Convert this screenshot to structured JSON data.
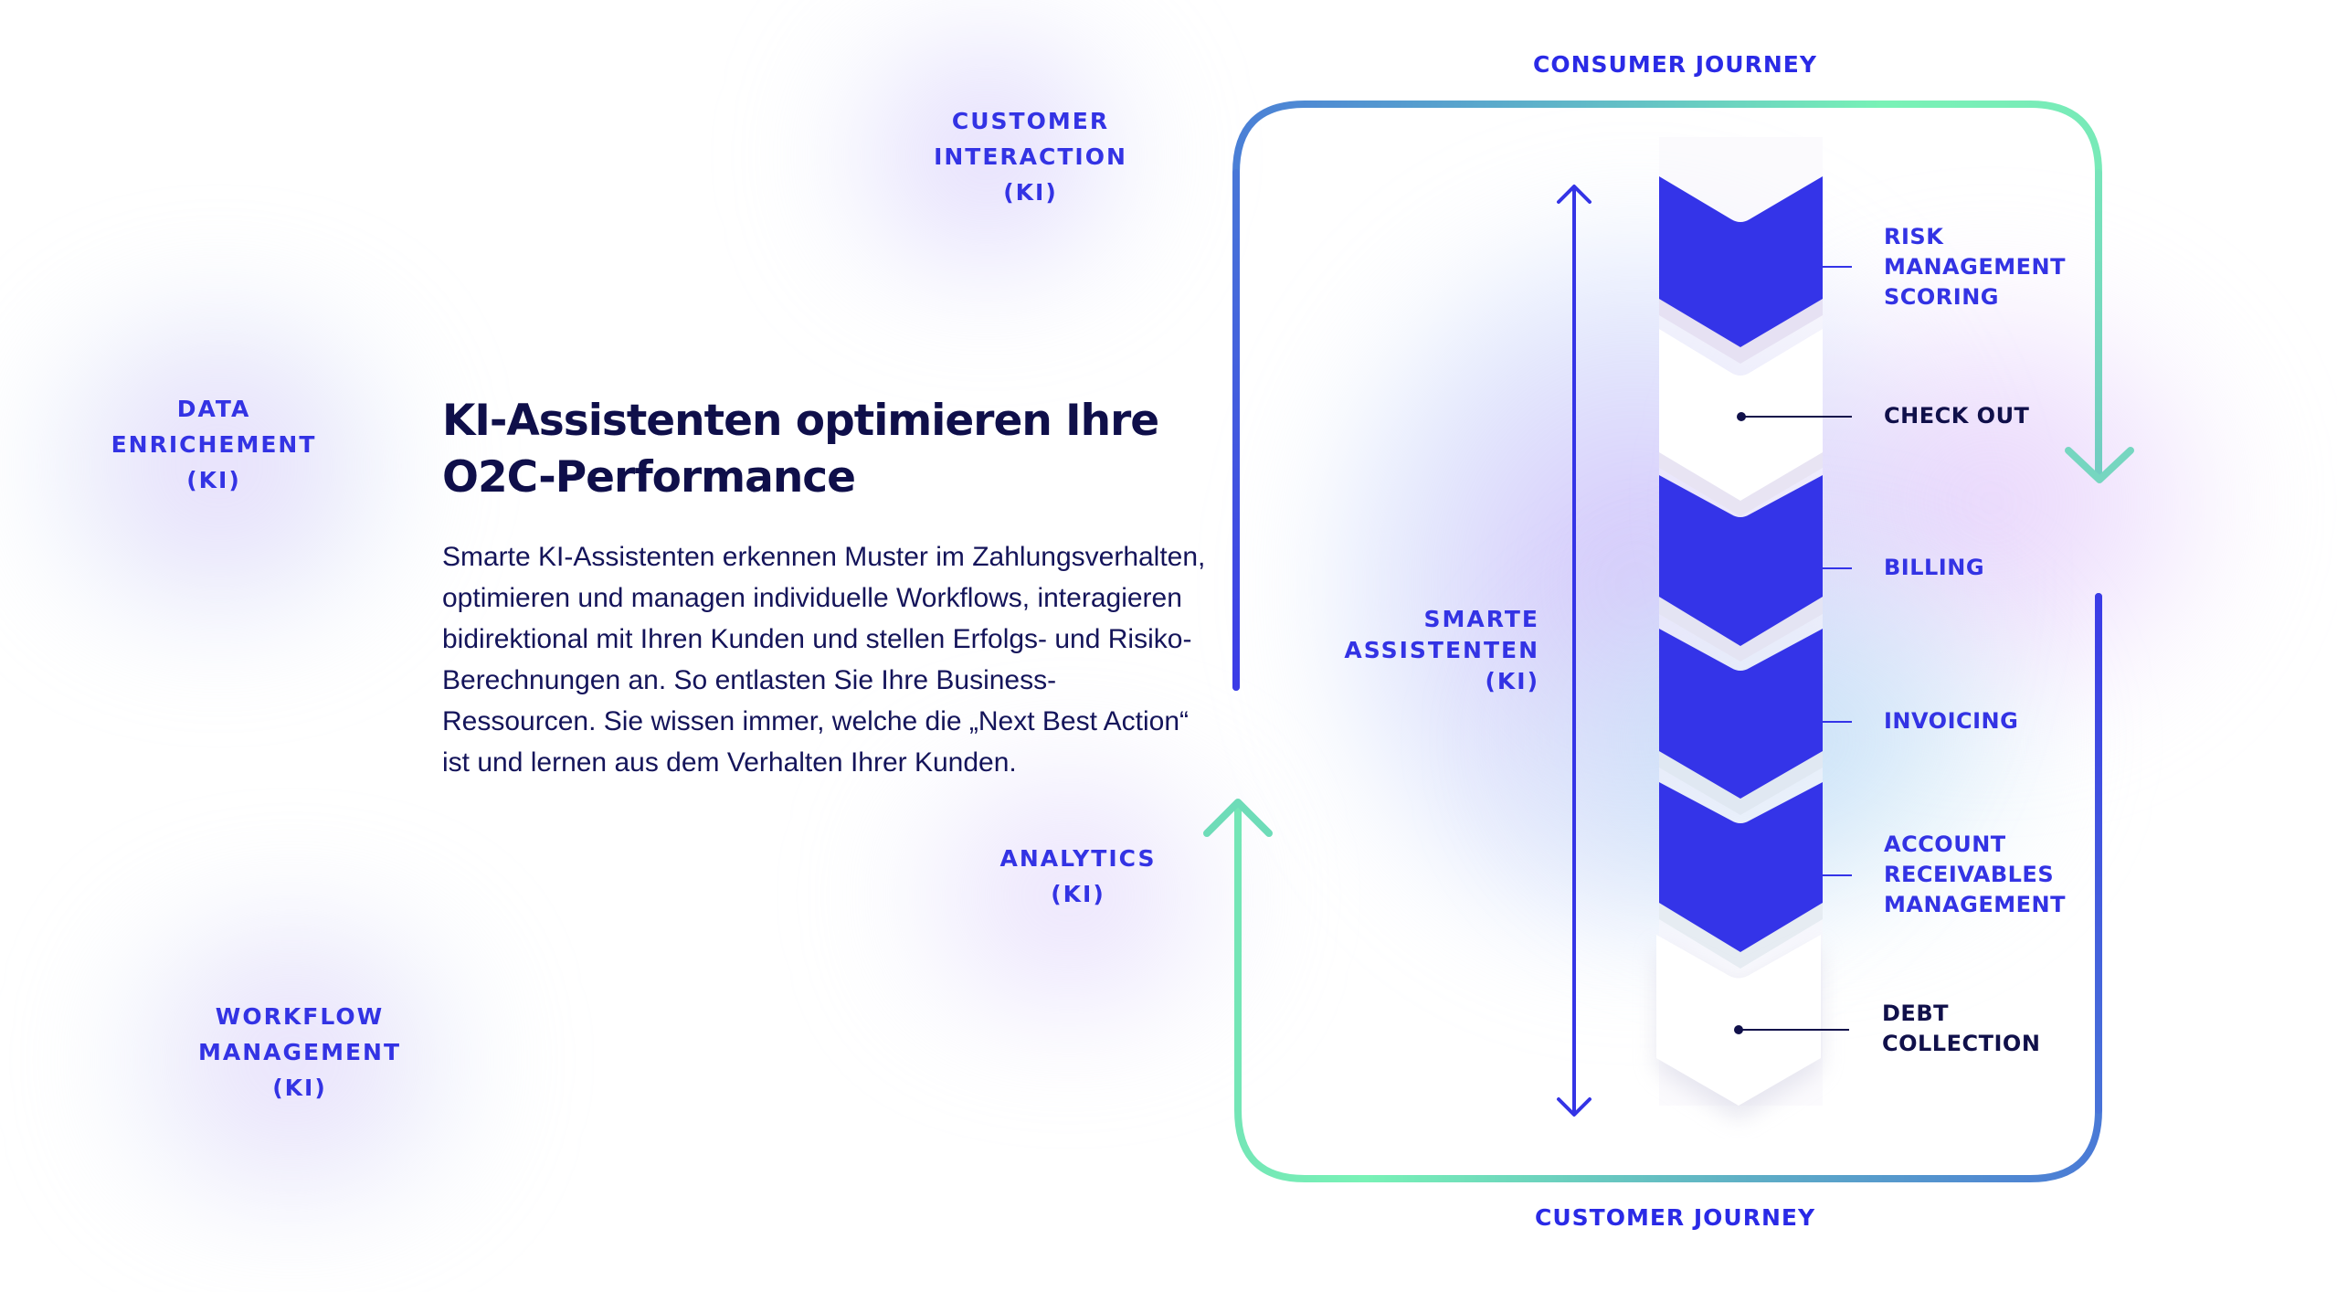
{
  "heading": {
    "line1": "KI-Assistenten optimieren Ihre",
    "line2": "O2C-Performance"
  },
  "body": {
    "paragraph": "Smarte KI-Assistenten erkennen Muster im Zahlungsverhalten, optimieren und managen individuelle Workflows, interagieren bidirektional mit Ihren Kunden und stellen Erfolgs- und Risiko-Berechnungen an. So entlasten Sie Ihre Business-Ressourcen. Sie wissen immer, welche die „Next Best Action“ ist und lernen aus dem Verhalten Ihrer Kunden."
  },
  "ai_modules": {
    "customer_interaction": [
      "CUSTOMER",
      "INTERACTION",
      "(KI)"
    ],
    "data_enrichement": [
      "DATA",
      "ENRICHEMENT",
      "(KI)"
    ],
    "workflow_management": [
      "WORKFLOW",
      "MANAGEMENT",
      "(KI)"
    ],
    "analytics": [
      "ANALYTICS",
      "(KI)"
    ],
    "smarte_assistenten": [
      "SMARTE",
      "ASSISTENTEN",
      "(KI)"
    ]
  },
  "journeys": {
    "top": "CONSUMER JOURNEY",
    "bottom": "CUSTOMER JOURNEY"
  },
  "stages": [
    {
      "lines": [
        "RISK",
        "MANAGEMENT",
        "SCORING"
      ],
      "style": "filled"
    },
    {
      "lines": [
        "CHECK OUT"
      ],
      "style": "outline"
    },
    {
      "lines": [
        "BILLING"
      ],
      "style": "filled"
    },
    {
      "lines": [
        "INVOICING"
      ],
      "style": "filled"
    },
    {
      "lines": [
        "ACCOUNT",
        "RECEIVABLES",
        "MANAGEMENT"
      ],
      "style": "filled"
    },
    {
      "lines": [
        "DEBT",
        "COLLECTION"
      ],
      "style": "outline"
    }
  ],
  "colors": {
    "accent_blue": "#3434e8",
    "heading_navy": "#0f0f4a",
    "loop_green": "#78f0b8",
    "loop_blue": "#3d3de6",
    "chevron_light": "#e6e2f2"
  },
  "icons": {
    "loop_arrow_down": "arrow-down-icon",
    "loop_arrow_up": "arrow-up-icon",
    "process_double_arrow": "double-arrow-vertical-icon"
  }
}
